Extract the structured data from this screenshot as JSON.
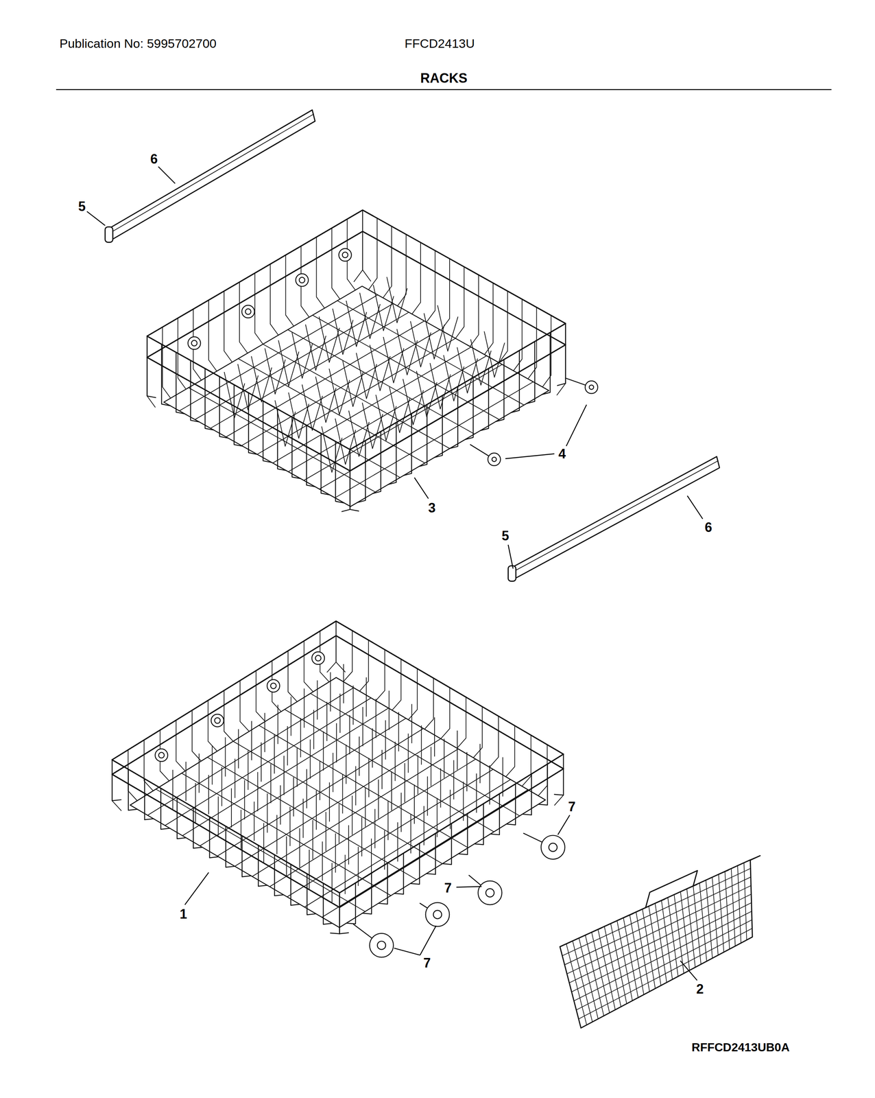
{
  "diagram": {
    "title": "RACKS",
    "labels": [
      "Publication No: 5995702700",
      "FFCD2413U",
      "6",
      "5",
      "4",
      "3",
      "5",
      "6",
      "7",
      "7",
      "1",
      "7",
      "2",
      "RFFCD2413UB0A"
    ]
  }
}
